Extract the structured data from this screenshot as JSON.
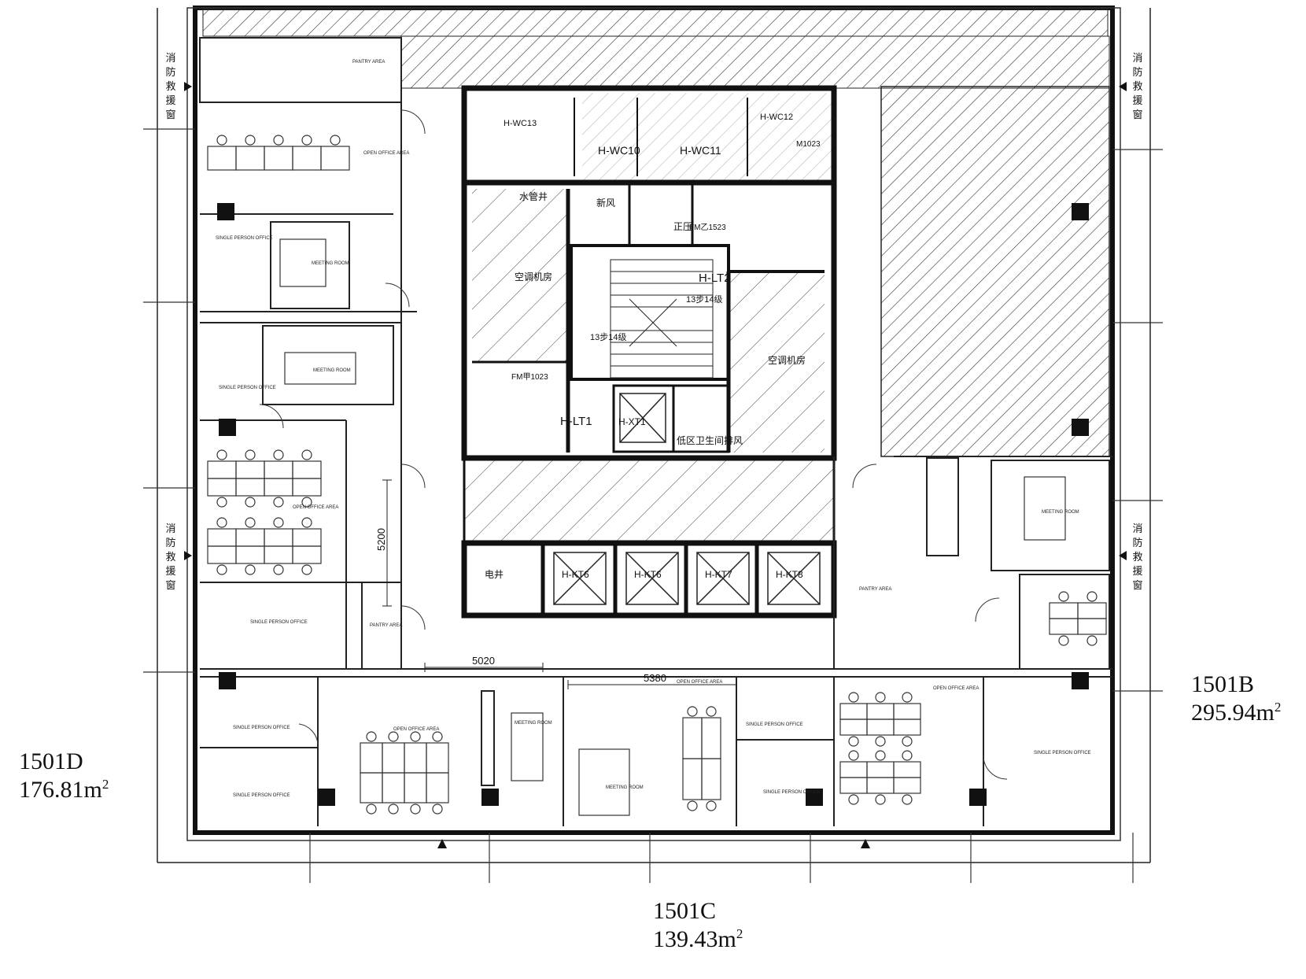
{
  "units": [
    {
      "id": "1501D",
      "code": "1501D",
      "area_value": "176.81m",
      "area_exp": "2"
    },
    {
      "id": "1501B",
      "code": "1501B",
      "area_value": "295.94m",
      "area_exp": "2"
    },
    {
      "id": "1501C",
      "code": "1501C",
      "area_value": "139.43m",
      "area_exp": "2"
    }
  ],
  "dimensions": {
    "d1": "5200",
    "d2": "5020",
    "d3": "5380"
  },
  "fire_rescue_windows": {
    "label": "消防救援窗"
  },
  "core": {
    "wc_left": "H-WC10",
    "wc_right": "H-WC11",
    "wc_small_left": "H-WC13",
    "wc_small_right": "H-WC12",
    "stair_top": "H-LT2",
    "stair_bottom": "H-LT1",
    "lift_small": "H-XT1",
    "lifts": [
      "H-KT6",
      "H-KT6",
      "H-KT7",
      "H-KT8"
    ],
    "room_shaft": "水管井",
    "room_fresh_air": "新风",
    "room_pressure": "正压",
    "room_machine_left": "空调机房",
    "room_machine_right": "空调机房",
    "room_kitchen_exhaust": "低区卫生间排风",
    "room_electric": "电井",
    "door_fm1": "FM乙1523",
    "door_fm2": "FM甲1023",
    "door_m1": "M1023",
    "stair_note_1": "13步14级",
    "stair_note_2": "13步14级"
  },
  "room_labels": {
    "open_office": "OPEN OFFICE AREA",
    "single_office": "SINGLE PERSON OFFICE",
    "meeting_room": "MEETING ROOM",
    "pantry": "PANTRY AREA"
  }
}
